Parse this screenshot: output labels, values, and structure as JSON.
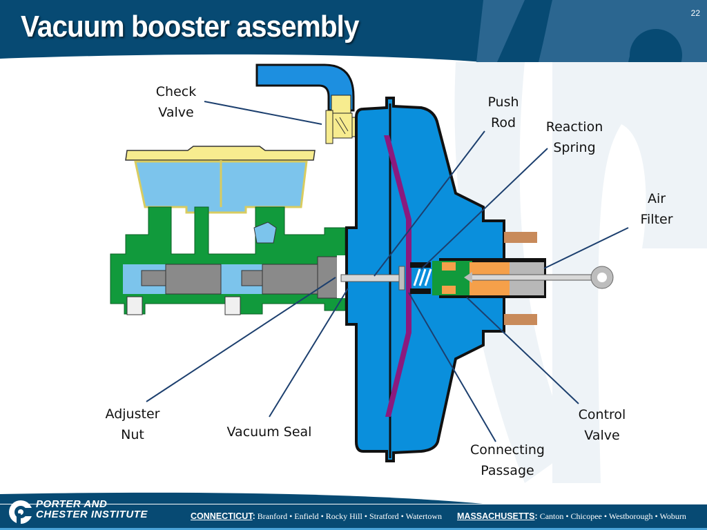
{
  "slide": {
    "title": "Vacuum booster assembly",
    "number": "22"
  },
  "colors": {
    "header_bg": "#074a73",
    "booster_blue": "#0a8fdc",
    "diaphragm_purple": "#8b1a7e",
    "master_cylinder_green": "#119a3c",
    "reservoir_light_blue": "#7cc4ec",
    "reservoir_cap_yellow": "#f7ec8f",
    "control_valve_orange": "#f5a04a",
    "leader_line": "#1c3f6e"
  },
  "diagram": {
    "labels": [
      {
        "id": "check-valve",
        "text": "Check\nValve"
      },
      {
        "id": "push-rod",
        "text": "Push\nRod"
      },
      {
        "id": "reaction-spring",
        "text": "Reaction\nSpring"
      },
      {
        "id": "air-filter",
        "text": "Air\nFilter"
      },
      {
        "id": "adjuster-nut",
        "text": "Adjuster\nNut"
      },
      {
        "id": "vacuum-seal",
        "text": "Vacuum Seal"
      },
      {
        "id": "connecting-passage",
        "text": "Connecting\nPassage"
      },
      {
        "id": "control-valve",
        "text": "Control\nValve"
      }
    ]
  },
  "footer": {
    "logo_line1": "PORTER AND",
    "logo_line2": "CHESTER INSTITUTE",
    "state1": "CONNECTICUT",
    "state1_cities": "Branford • Enfield • Rocky Hill • Stratford • Watertown",
    "state2": "MASSACHUSETTS",
    "state2_cities": "Canton • Chicopee • Westborough • Woburn",
    "colon": ":"
  }
}
